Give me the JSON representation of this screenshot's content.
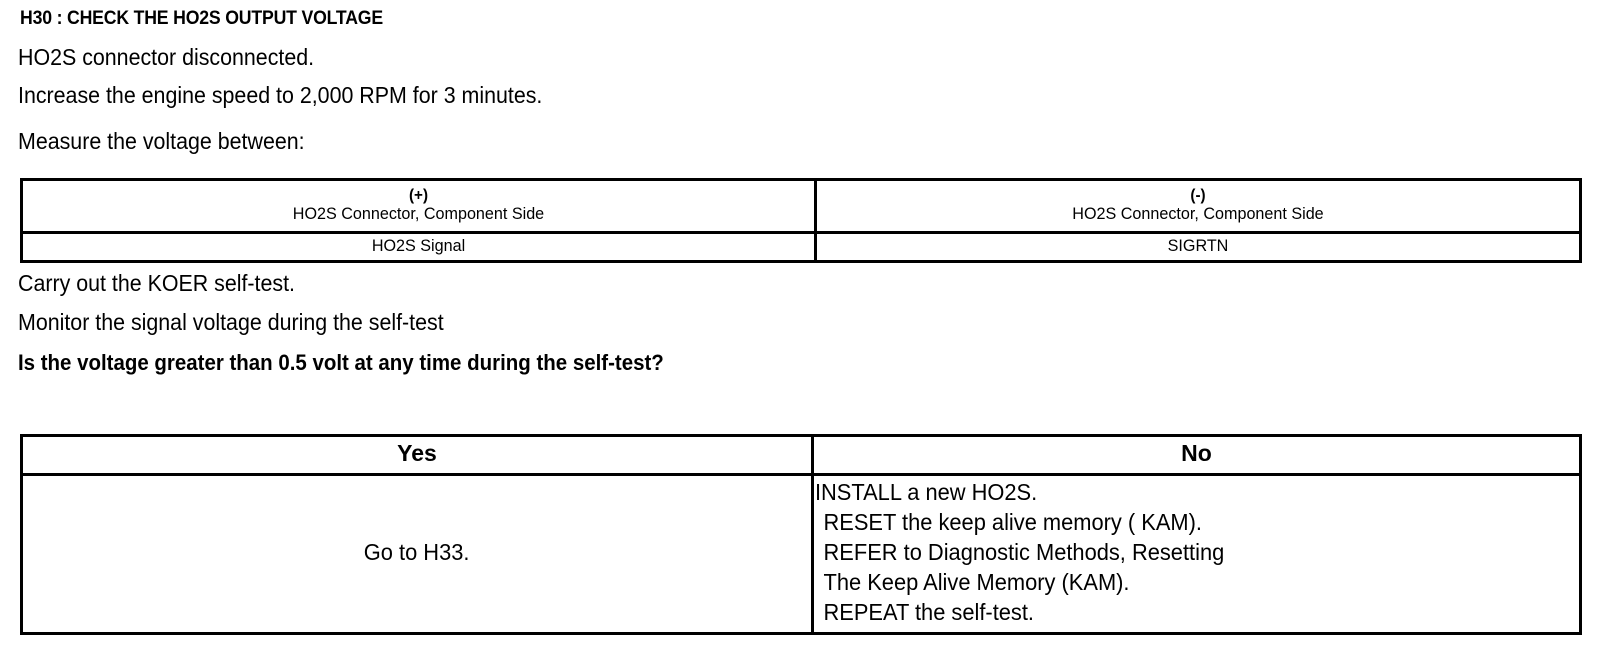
{
  "document": {
    "step_id": "H30",
    "heading": "H30 : CHECK THE HO2S OUTPUT VOLTAGE",
    "intro_lines": [
      "HO2S connector disconnected.",
      "Increase the engine speed to 2,000 RPM for 3 minutes.",
      "Measure the voltage between:"
    ],
    "post_table_lines": [
      "Carry out the KOER self-test.",
      "Monitor the signal voltage during the self-test"
    ],
    "question": "Is the voltage greater than 0.5 volt at any time during the self-test?"
  },
  "probe_table": {
    "columns": [
      {
        "polarity": "(+)",
        "location": "HO2S Connector, Component Side",
        "pin": "HO2S Signal"
      },
      {
        "polarity": "(-)",
        "location": "HO2S Connector, Component Side",
        "pin": "SIGRTN"
      }
    ]
  },
  "decision_table": {
    "headers": [
      "Yes",
      "No"
    ],
    "yes_action": "Go to H33.",
    "no_actions": [
      "INSTALL a new HO2S.",
      "RESET the keep alive memory ( KAM).",
      "REFER to  Diagnostic Methods, Resetting",
      "The Keep Alive Memory (KAM).",
      "REPEAT the self-test."
    ]
  },
  "style": {
    "text_color": "#000000",
    "background_color": "#ffffff",
    "border_color": "#000000"
  }
}
